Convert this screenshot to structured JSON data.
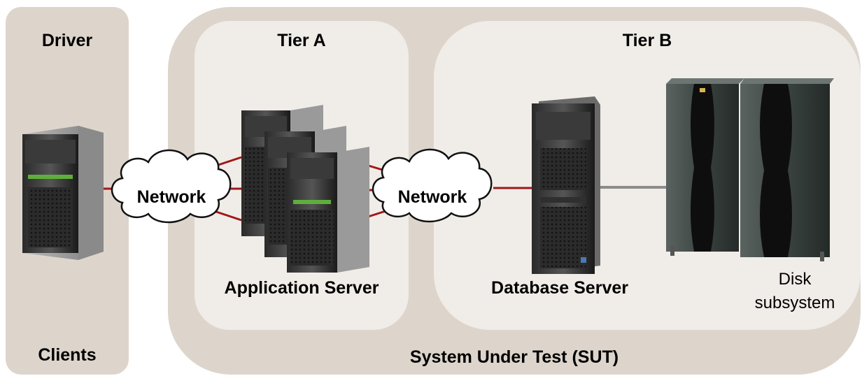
{
  "driver": {
    "title": "Driver",
    "footer": "Clients"
  },
  "sut": {
    "title": "System Under Test (SUT)",
    "tier_a": {
      "title": "Tier A",
      "server_label": "Application Server",
      "network_label": "Network"
    },
    "tier_b": {
      "title": "Tier B",
      "server_label": "Database Server",
      "network_label": "Network",
      "storage_label_line1": "Disk",
      "storage_label_line2": "subsystem"
    }
  },
  "colors": {
    "panel": "#ddd5cc",
    "inner": "#f0ece8",
    "link": "#a01818",
    "san_link": "#8c8c8c"
  }
}
